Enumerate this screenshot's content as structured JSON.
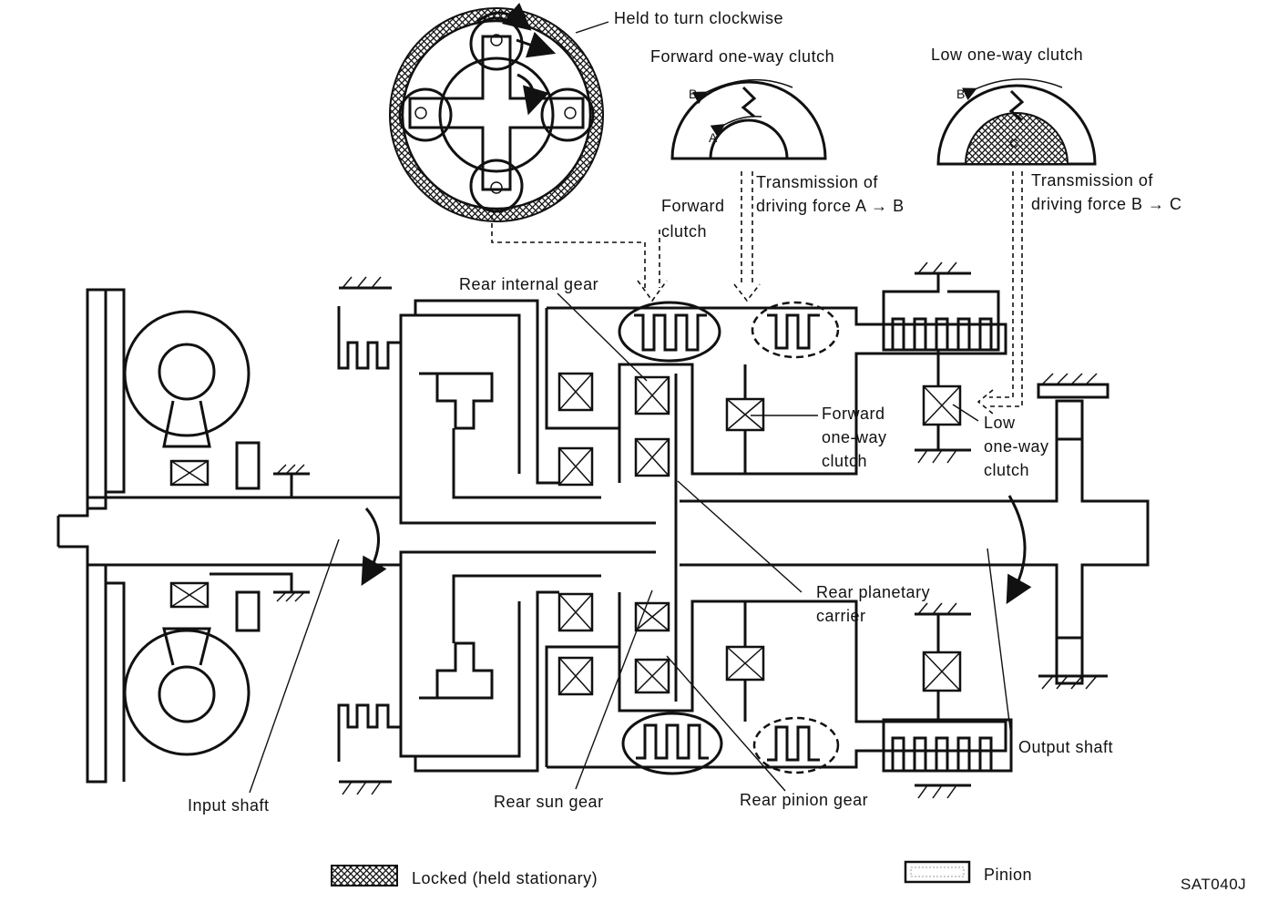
{
  "labels": {
    "held_clockwise": "Held to turn clockwise",
    "forward_owc_title": "Forward one-way clutch",
    "low_owc_title": "Low one-way clutch",
    "trans_ab_1": "Transmission of",
    "trans_ab_2": "driving force A → B",
    "trans_bc_1": "Transmission of",
    "trans_bc_2": "driving force B → C",
    "forward_clutch_1": "Forward",
    "forward_clutch_2": "clutch",
    "rear_internal_gear": "Rear internal gear",
    "forward_owc_1": "Forward",
    "forward_owc_2": "one-way",
    "forward_owc_3": "clutch",
    "low_owc_1": "Low",
    "low_owc_2": "one-way",
    "low_owc_3": "clutch",
    "rear_planetary_1": "Rear planetary",
    "rear_planetary_2": "carrier",
    "output_shaft": "Output shaft",
    "input_shaft": "Input shaft",
    "rear_sun_gear": "Rear sun gear",
    "rear_pinion_gear": "Rear pinion gear",
    "letter_a": "A",
    "letter_b1": "B",
    "letter_b2": "B",
    "letter_c": "C"
  },
  "legend": {
    "locked": "Locked (held stationary)",
    "pinion": "Pinion"
  },
  "figure_code": "SAT040J"
}
